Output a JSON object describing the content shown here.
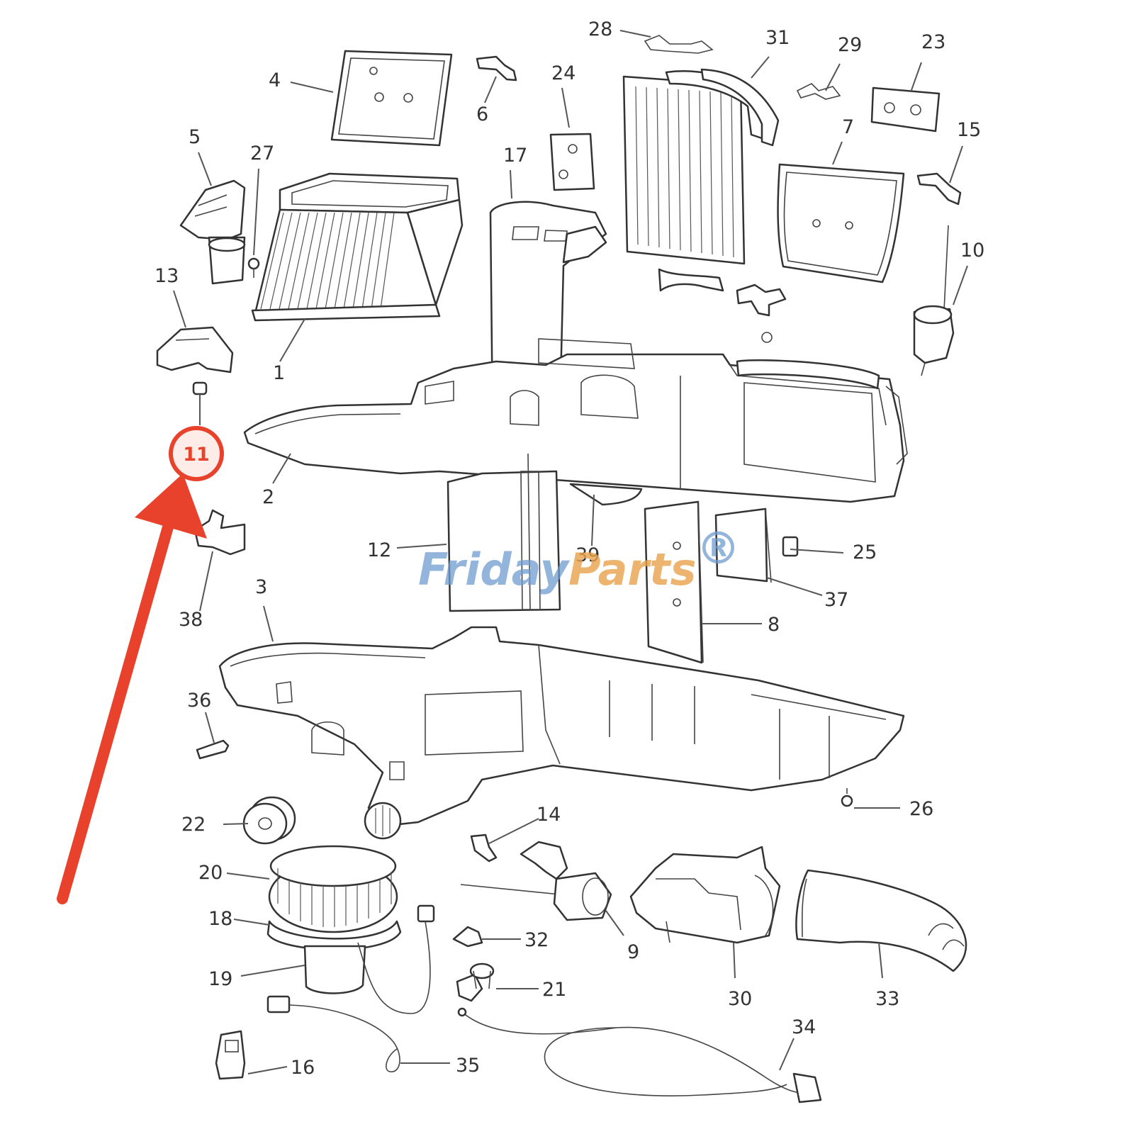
{
  "diagram": {
    "watermark": {
      "brand_a": "Friday",
      "brand_b": "Parts",
      "mark": "®"
    },
    "highlight": {
      "label": "11",
      "color": "#e8412c"
    },
    "callouts": {
      "c1": "1",
      "c2": "2",
      "c3": "3",
      "c4": "4",
      "c5": "5",
      "c6": "6",
      "c7": "7",
      "c8": "8",
      "c9": "9",
      "c10": "10",
      "c12": "12",
      "c13": "13",
      "c14": "14",
      "c15": "15",
      "c16": "16",
      "c17": "17",
      "c18": "18",
      "c19": "19",
      "c20": "20",
      "c21": "21",
      "c22": "22",
      "c23": "23",
      "c24": "24",
      "c25": "25",
      "c26": "26",
      "c27": "27",
      "c28": "28",
      "c29": "29",
      "c30": "30",
      "c31": "31",
      "c32": "32",
      "c33": "33",
      "c34": "34",
      "c35": "35",
      "c36": "36",
      "c37": "37",
      "c38": "38",
      "c39": "39"
    }
  }
}
